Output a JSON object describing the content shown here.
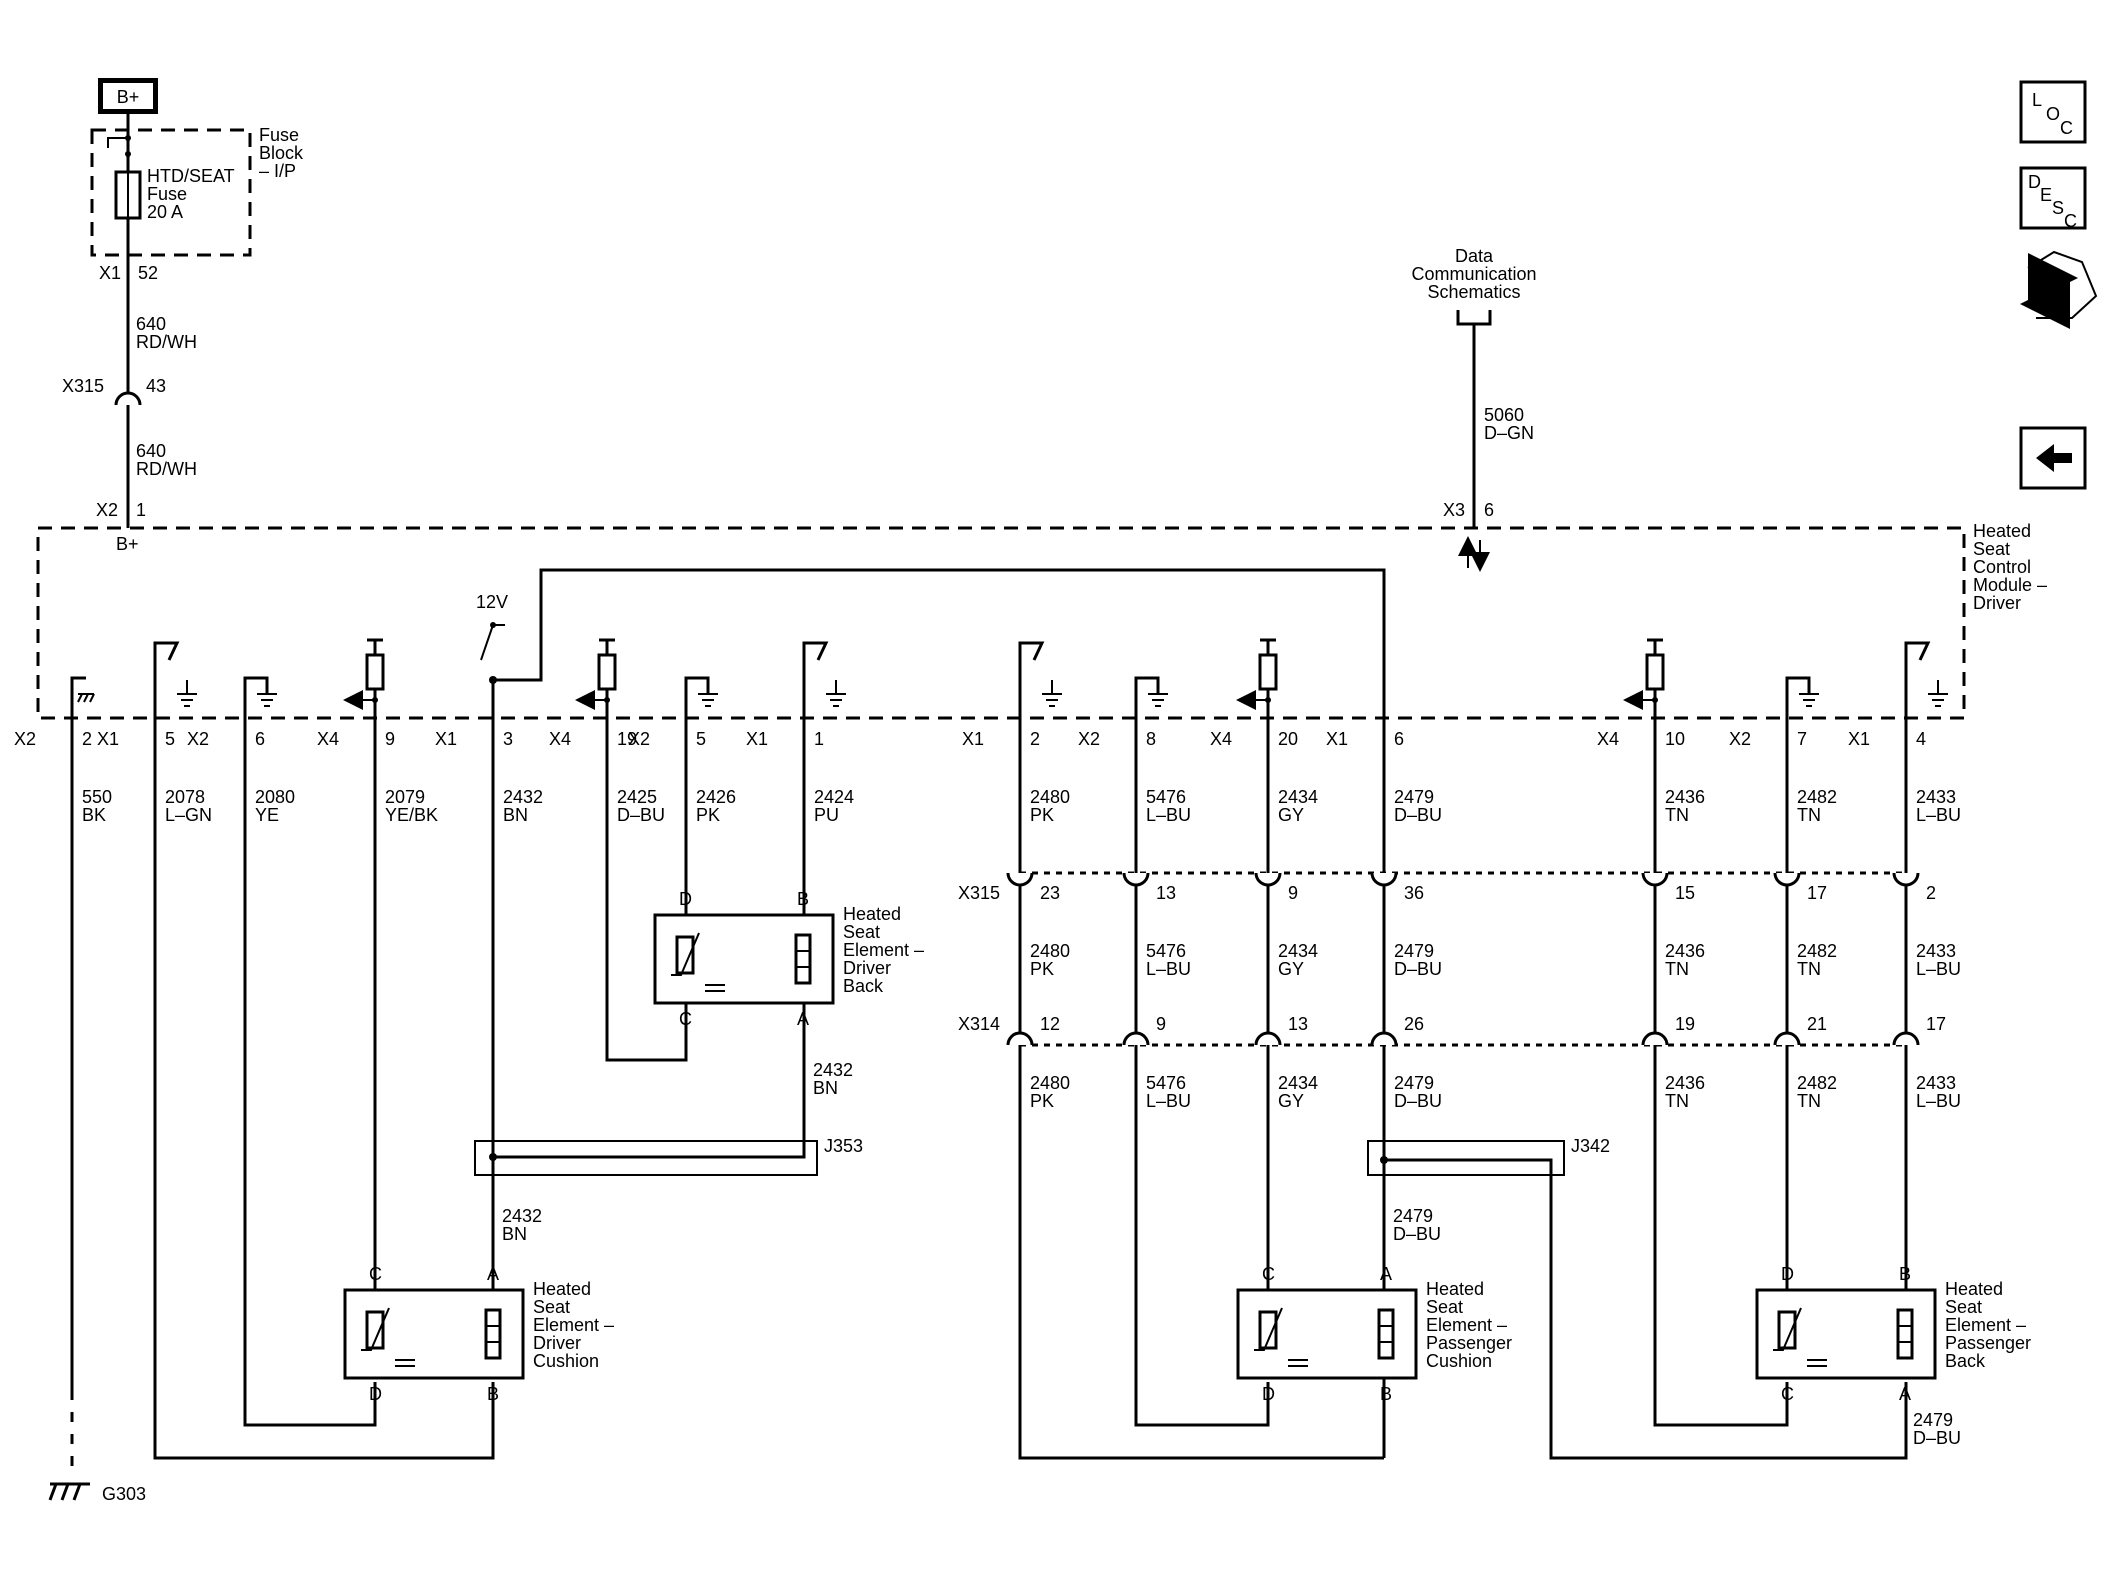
{
  "power": {
    "bplus": "B+",
    "module_bplus": "B+",
    "fuse_block_1": "Fuse",
    "fuse_block_2": "Block",
    "fuse_block_3": "– I/P",
    "fuse_1": "HTD/SEAT",
    "fuse_2": "Fuse",
    "fuse_3": "20 A",
    "x1": "X1",
    "x1_pin": "52",
    "wire1_num": "640",
    "wire1_col": "RD/WH",
    "x315": "X315",
    "x315_pin": "43",
    "wire2_num": "640",
    "wire2_col": "RD/WH",
    "x2": "X2",
    "x2_pin": "1"
  },
  "data_comm": {
    "l1": "Data",
    "l2": "Communication",
    "l3": "Schematics",
    "wire_num": "5060",
    "wire_col": "D–GN",
    "conn": "X3",
    "pin": "6"
  },
  "module": {
    "l1": "Heated",
    "l2": "Seat",
    "l3": "Control",
    "l4": "Module –",
    "l5": "Driver",
    "v12": "12V"
  },
  "pins": [
    {
      "conn": "X2",
      "pin": "2",
      "num": "550",
      "col": "BK"
    },
    {
      "conn": "X1",
      "pin": "5",
      "num": "2078",
      "col": "L–GN"
    },
    {
      "conn": "X2",
      "pin": "6",
      "num": "2080",
      "col": "YE"
    },
    {
      "conn": "X4",
      "pin": "9",
      "num": "2079",
      "col": "YE/BK"
    },
    {
      "conn": "X1",
      "pin": "3",
      "num": "2432",
      "col": "BN"
    },
    {
      "conn": "X4",
      "pin": "19",
      "num": "2425",
      "col": "D–BU"
    },
    {
      "conn": "X2",
      "pin": "5",
      "num": "2426",
      "col": "PK"
    },
    {
      "conn": "X1",
      "pin": "1",
      "num": "2424",
      "col": "PU"
    },
    {
      "conn": "X1",
      "pin": "2",
      "num": "2480",
      "col": "PK"
    },
    {
      "conn": "X2",
      "pin": "8",
      "num": "5476",
      "col": "L–BU"
    },
    {
      "conn": "X4",
      "pin": "20",
      "num": "2434",
      "col": "GY"
    },
    {
      "conn": "X1",
      "pin": "6",
      "num": "2479",
      "col": "D–BU"
    },
    {
      "conn": "X4",
      "pin": "10",
      "num": "2436",
      "col": "TN"
    },
    {
      "conn": "X2",
      "pin": "7",
      "num": "2482",
      "col": "TN"
    },
    {
      "conn": "X1",
      "pin": "4",
      "num": "2433",
      "col": "L–BU"
    }
  ],
  "inline_conn": {
    "x315": "X315",
    "x314": "X314",
    "x315_pins": [
      "23",
      "13",
      "9",
      "36",
      "15",
      "17",
      "2"
    ],
    "x314_pins": [
      "12",
      "9",
      "13",
      "26",
      "19",
      "21",
      "17"
    ],
    "mid_wires": [
      {
        "num": "2480",
        "col": "PK"
      },
      {
        "num": "5476",
        "col": "L–BU"
      },
      {
        "num": "2434",
        "col": "GY"
      },
      {
        "num": "2479",
        "col": "D–BU"
      },
      {
        "num": "2436",
        "col": "TN"
      },
      {
        "num": "2482",
        "col": "TN"
      },
      {
        "num": "2433",
        "col": "L–BU"
      }
    ],
    "low_wires": [
      {
        "num": "2480",
        "col": "PK"
      },
      {
        "num": "5476",
        "col": "L–BU"
      },
      {
        "num": "2434",
        "col": "GY"
      },
      {
        "num": "2479",
        "col": "D–BU"
      },
      {
        "num": "2436",
        "col": "TN"
      },
      {
        "num": "2482",
        "col": "TN"
      },
      {
        "num": "2433",
        "col": "L–BU"
      }
    ]
  },
  "splices": {
    "j353": "J353",
    "j342": "J342",
    "j353_wire_num": "2432",
    "j353_wire_col": "BN",
    "bn_below_num": "2432",
    "bn_below_col": "BN",
    "j342_wire_num": "2479",
    "j342_wire_col": "D–BU",
    "pass_back_a_num": "2479",
    "pass_back_a_col": "D–BU"
  },
  "elements": {
    "driver_back": {
      "l1": "Heated",
      "l2": "Seat",
      "l3": "Element –",
      "l4": "Driver",
      "l5": "Back",
      "p_tl": "D",
      "p_tr": "B",
      "p_bl": "C",
      "p_br": "A"
    },
    "driver_cushion": {
      "l1": "Heated",
      "l2": "Seat",
      "l3": "Element –",
      "l4": "Driver",
      "l5": "Cushion",
      "p_tl": "C",
      "p_tr": "A",
      "p_bl": "D",
      "p_br": "B"
    },
    "pass_cushion": {
      "l1": "Heated",
      "l2": "Seat",
      "l3": "Element –",
      "l4": "Passenger",
      "l5": "Cushion",
      "p_tl": "C",
      "p_tr": "A",
      "p_bl": "D",
      "p_br": "B"
    },
    "pass_back": {
      "l1": "Heated",
      "l2": "Seat",
      "l3": "Element –",
      "l4": "Passenger",
      "l5": "Back",
      "p_tl": "D",
      "p_tr": "B",
      "p_bl": "C",
      "p_br": "A"
    }
  },
  "ground": {
    "label": "G303"
  },
  "nav": {
    "loc_1": "L",
    "loc_2": "O",
    "loc_3": "C",
    "desc_1": "D",
    "desc_2": "E",
    "desc_3": "S",
    "desc_4": "C"
  }
}
